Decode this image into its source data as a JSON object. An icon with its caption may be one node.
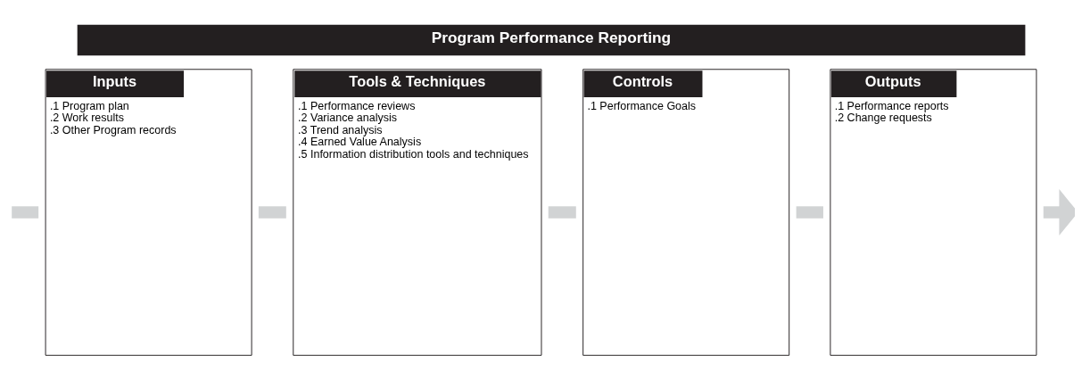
{
  "diagram": {
    "nodes": [
      {
        "text": [
          "Program Performance Reporting"
        ]
      },
      {
        "text": [
          "Inputs",
          ".1 Program plan",
          ".2 Work results",
          ".3 Other Program records"
        ]
      },
      {
        "text": [
          "Tools & Techniques",
          ".1 Performance reviews",
          ".2 Variance analysis",
          ".3 Trend analysis",
          ".4 Earned Value Analysis",
          ".5 Information distribution tools and techniques"
        ]
      },
      {
        "text": [
          "Controls",
          ".1 Performance Goals"
        ]
      },
      {
        "text": [
          "Outputs",
          ".1 Performance reports",
          ".2 Change requests"
        ]
      }
    ],
    "edges": [
      {
        "from": null,
        "to": 1,
        "arrow": "none",
        "color": "#d1d3d4"
      },
      {
        "from": 1,
        "to": 2,
        "arrow": "none",
        "color": "#d1d3d4"
      },
      {
        "from": 2,
        "to": 3,
        "arrow": "none",
        "color": "#d1d3d4"
      },
      {
        "from": 3,
        "to": 4,
        "arrow": "none",
        "color": "#d1d3d4"
      },
      {
        "from": 4,
        "to": null,
        "arrow": "to",
        "color": "#d1d3d4"
      }
    ]
  }
}
